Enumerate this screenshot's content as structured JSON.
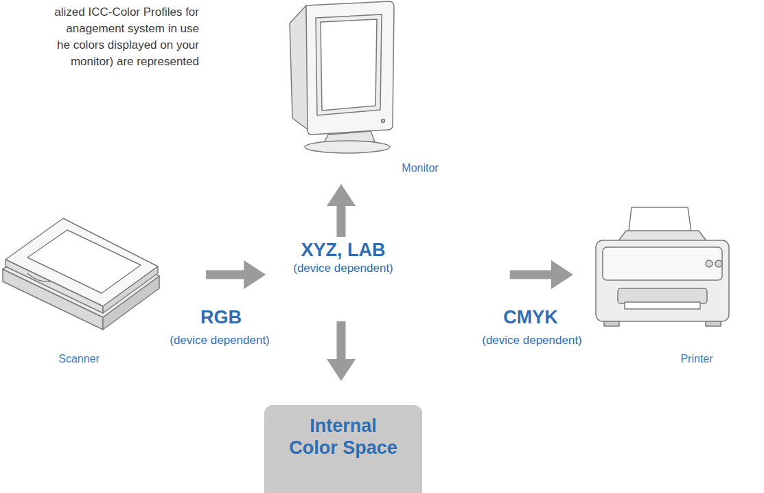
{
  "diagram": {
    "nodes": [
      {
        "text": [
          "Monitor"
        ]
      },
      {
        "text": [
          "Scanner"
        ]
      },
      {
        "text": [
          "XYZ, LAB",
          "(device dependent)"
        ]
      },
      {
        "text": [
          "Printer"
        ]
      },
      {
        "text": [
          "Internal Color Space"
        ]
      }
    ],
    "edges": [
      {
        "from": 1,
        "to": 2,
        "arrow": "to",
        "label": "RGB"
      },
      {
        "from": 2,
        "to": 0,
        "arrow": "to"
      },
      {
        "from": 2,
        "to": 3,
        "arrow": "to",
        "label": "CMYK"
      },
      {
        "from": 2,
        "to": 4,
        "arrow": "to"
      }
    ],
    "labels": [
      "alized ICC-Color Profiles for",
      "anagement system in use",
      "he colors displayed on your",
      "monitor) are represented",
      "(device dependent)",
      "(device dependent)"
    ]
  }
}
